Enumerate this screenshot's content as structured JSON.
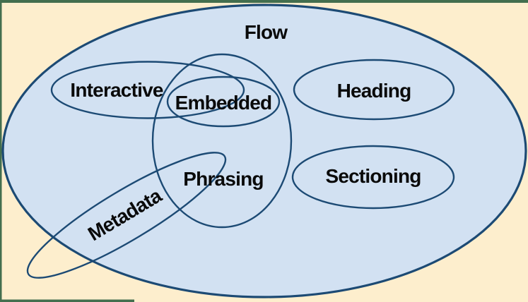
{
  "diagram": {
    "labels": {
      "flow": "Flow",
      "interactive": "Interactive",
      "embedded": "Embedded",
      "heading": "Heading",
      "phrasing": "Phrasing",
      "sectioning": "Sectioning",
      "metadata": "Metadata"
    },
    "colors": {
      "page_background": "#fdeecd",
      "flow_fill": "#d2e1f2",
      "ellipse_stroke": "#1c4a74",
      "frame_border": "#436e4e",
      "label_text": "#0a0a0a"
    }
  }
}
